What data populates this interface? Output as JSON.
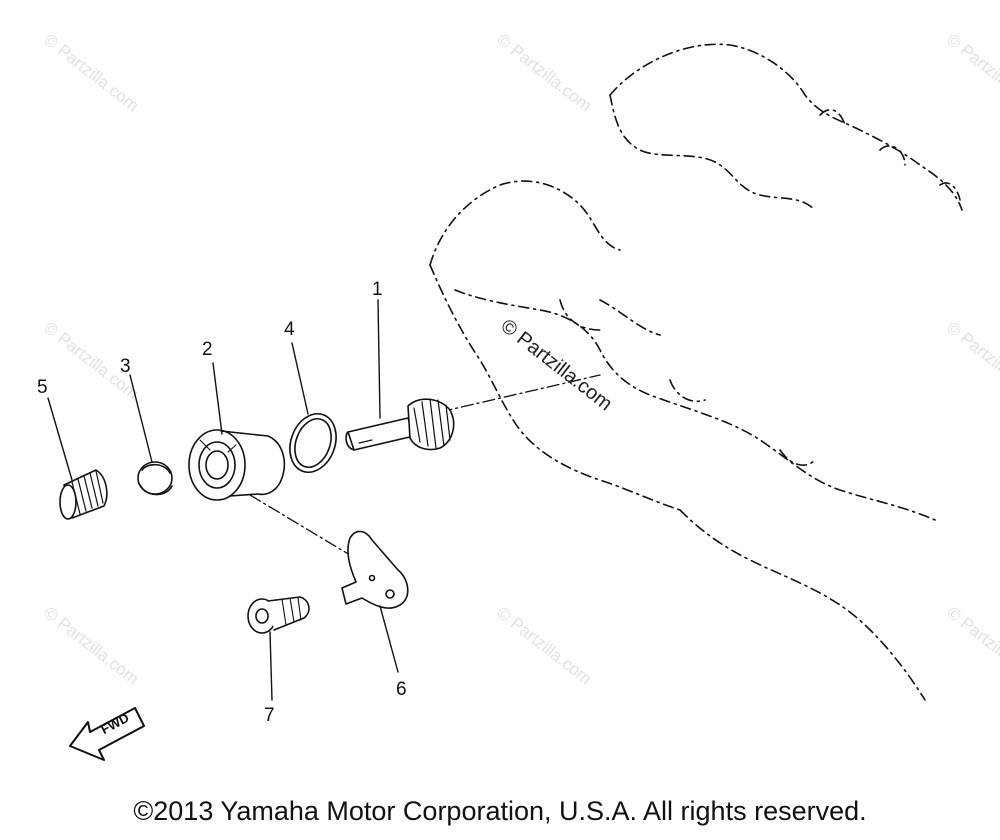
{
  "watermarks": {
    "brand": "© Partzilla.com"
  },
  "callouts": {
    "p1": "1",
    "p2": "2",
    "p3": "3",
    "p4": "4",
    "p5": "5",
    "p6": "6",
    "p7": "7"
  },
  "arrow": {
    "label": "FWD"
  },
  "footer": {
    "copyright": "©2013 Yamaha Motor Corporation, U.S.A. All rights reserved."
  }
}
